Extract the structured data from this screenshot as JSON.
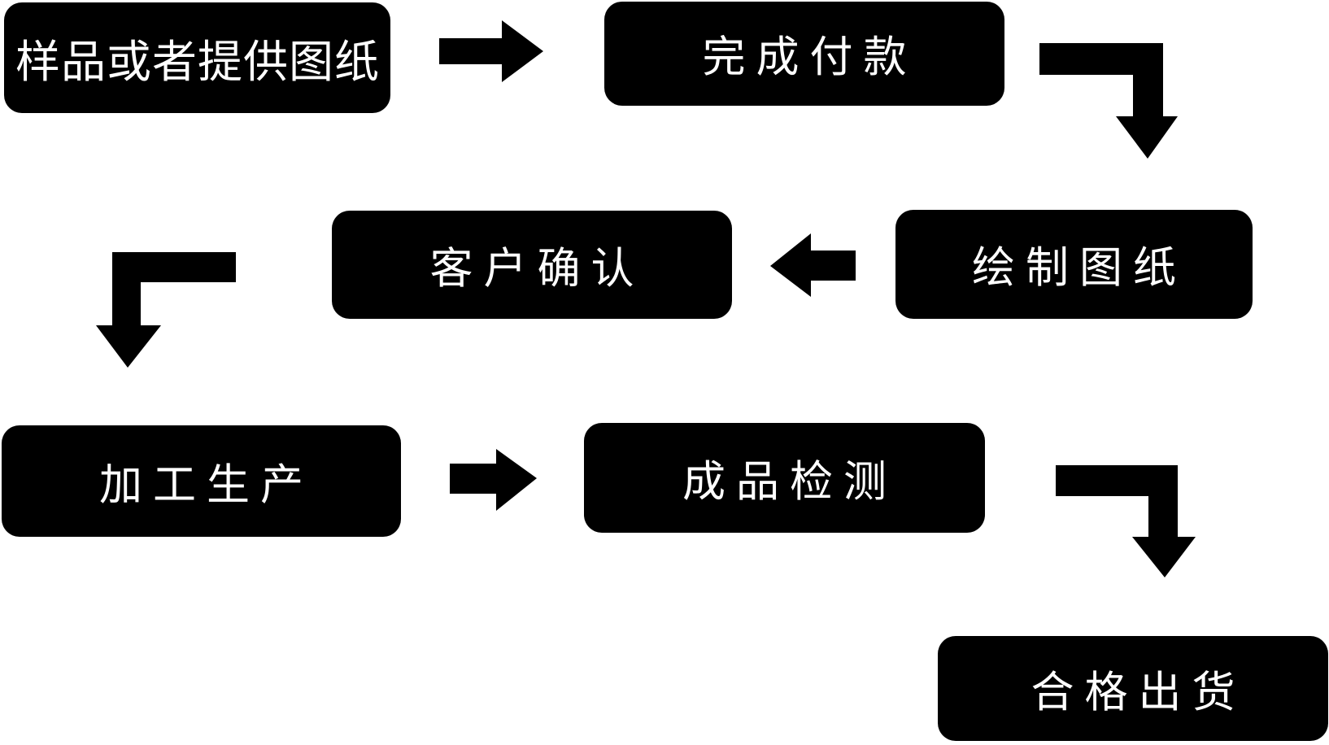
{
  "diagram": {
    "type": "flowchart",
    "background_color": "#ffffff",
    "node_color": "#000000",
    "text_color": "#ffffff",
    "steps": [
      {
        "id": 1,
        "label": "样品或者提供图纸"
      },
      {
        "id": 2,
        "label": "完成付款"
      },
      {
        "id": 3,
        "label": "客户确认"
      },
      {
        "id": 4,
        "label": "绘制图纸"
      },
      {
        "id": 5,
        "label": "加工生产"
      },
      {
        "id": 6,
        "label": "成品检测"
      },
      {
        "id": 7,
        "label": "合格出货"
      }
    ],
    "flow": [
      {
        "from": "样品或者提供图纸",
        "to": "完成付款",
        "direction": "right"
      },
      {
        "from": "完成付款",
        "to": "绘制图纸",
        "direction": "down-elbow"
      },
      {
        "from": "绘制图纸",
        "to": "客户确认",
        "direction": "left"
      },
      {
        "from": "客户确认",
        "to": "加工生产",
        "direction": "down-elbow"
      },
      {
        "from": "加工生产",
        "to": "成品检测",
        "direction": "right"
      },
      {
        "from": "成品检测",
        "to": "合格出货",
        "direction": "down-elbow"
      }
    ]
  }
}
